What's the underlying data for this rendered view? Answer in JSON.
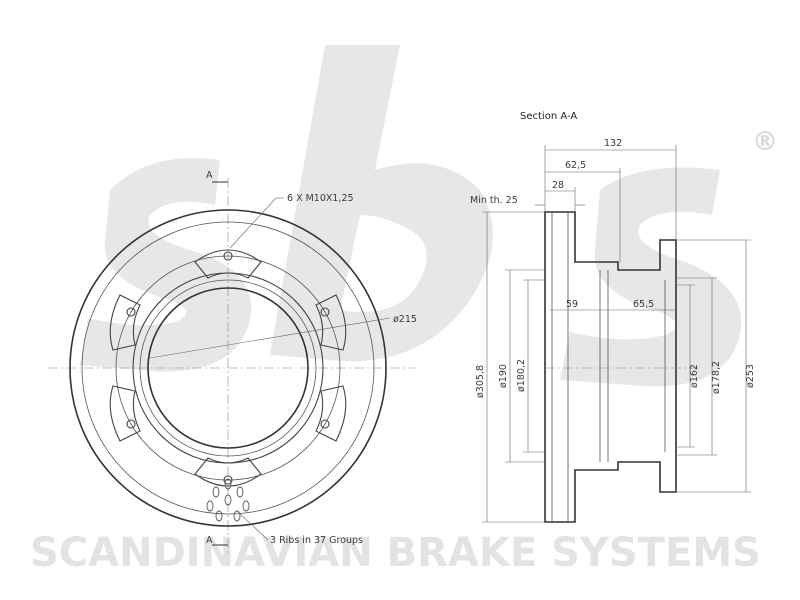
{
  "watermark": {
    "logo_letters": "sbs",
    "registered_mark": "®",
    "company_name": "SCANDINAVIAN BRAKE SYSTEMS"
  },
  "front_view": {
    "section_marker_top": "A",
    "section_marker_bottom": "A",
    "bolt_callout": "6 X M10X1,25",
    "pcd_label": "ø215",
    "ribs_callout": "3 Ribs in 37 Groups"
  },
  "section_view": {
    "title": "Section A-A",
    "min_thickness": "Min th. 25",
    "dims_horizontal": {
      "overall_height": "132",
      "hat_offset": "62,5",
      "disc_thickness": "28",
      "inner_59": "59",
      "inner_655": "65,5"
    },
    "dims_vertical": {
      "outer_diameter": "ø305,8",
      "d190": "ø190",
      "d180": "ø180,2",
      "d162": "ø162",
      "d178": "ø178,2",
      "d253": "ø253"
    }
  }
}
